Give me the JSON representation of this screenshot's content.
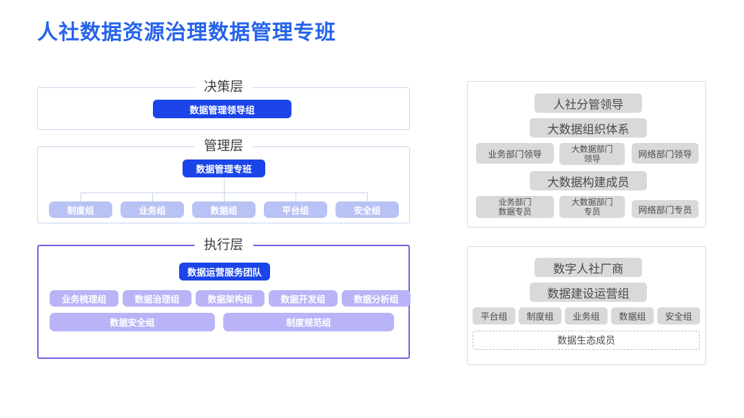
{
  "title": "人社数据资源治理数据管理专班",
  "colors": {
    "title": "#2563eb",
    "accent_blue": "#1b45e8",
    "periwinkle": "#b9c2f4",
    "lavender": "#b9b4f7",
    "gray_chip": "#d9d9d9",
    "panel_border_blue": "#c7d6f0",
    "panel_border_purple": "#6b63e0",
    "panel_border_gray": "#d8d8d8"
  },
  "left_column": {
    "decision_layer": {
      "caption": "决策层",
      "head": "数据管理领导组"
    },
    "management_layer": {
      "caption": "管理层",
      "head": "数据管理专班",
      "groups": [
        "制度组",
        "业务组",
        "数据组",
        "平台组",
        "安全组"
      ]
    },
    "execution_layer": {
      "caption": "执行层",
      "head": "数据运营服务团队",
      "groups_row1": [
        "业务梳理组",
        "数据治理组",
        "数据架构组",
        "数据开发组",
        "数据分析组"
      ],
      "groups_row2": [
        "数据安全组",
        "制度规范组"
      ]
    }
  },
  "right_column": {
    "org_panel": {
      "head": "人社分管领导",
      "subhead": "大数据组织体系",
      "leaders": [
        "业务部门领导",
        "大数据部门\n领导",
        "网络部门领导"
      ],
      "leaders_lines": [
        [
          "业务部门领导"
        ],
        [
          "大数据部门",
          "领导"
        ],
        [
          "网络部门领导"
        ]
      ],
      "builder_band": "大数据构建成员",
      "specialists_lines": [
        [
          "业务部门",
          "数据专员"
        ],
        [
          "大数据部门",
          "专员"
        ],
        [
          "网络部门专员"
        ]
      ]
    },
    "vendor_panel": {
      "head": "数字人社厂商",
      "subhead": "数据建设运营组",
      "groups": [
        "平台组",
        "制度组",
        "业务组",
        "数据组",
        "安全组"
      ],
      "footer": "数据生态成员"
    }
  }
}
